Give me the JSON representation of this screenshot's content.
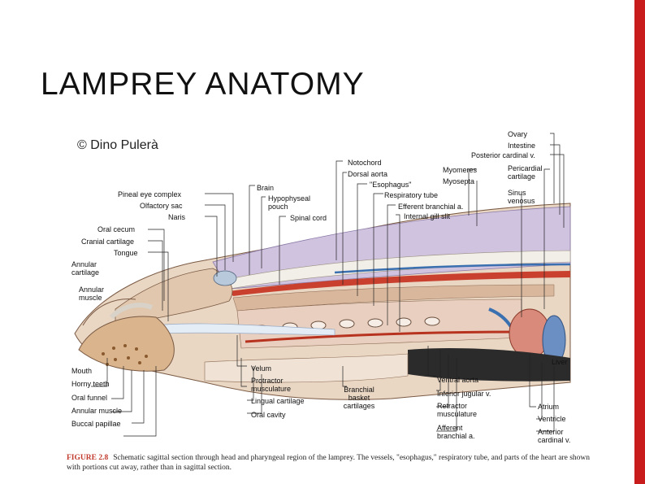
{
  "slide": {
    "title": "LAMPREY ANATOMY",
    "accent_color": "#c81b1b"
  },
  "figure": {
    "credit": "© Dino Pulerà",
    "caption_label": "FIGURE 2.8",
    "caption_text": "Schematic sagittal section through head and pharyngeal region of the lamprey. The vessels, \"esophagus,\" respiratory tube, and parts of the heart are shown with portions cut away, rather than in sagittal section.",
    "labels": {
      "pineal": "Pineal eye complex",
      "olfactory": "Olfactory sac",
      "naris": "Naris",
      "oral_cecum": "Oral cecum",
      "cranial_cartilage": "Cranial cartilage",
      "tongue": "Tongue",
      "annular_cartilage": "Annular cartilage",
      "annular_muscle": "Annular muscle",
      "mouth": "Mouth",
      "horny_teeth": "Horny teeth",
      "oral_funnel": "Oral funnel",
      "annular_muscle_2": "Annular muscle",
      "buccal_papillae": "Buccal papillae",
      "brain": "Brain",
      "hypophyseal": "Hypophyseal pouch",
      "spinal_cord": "Spinal cord",
      "notochord": "Notochord",
      "dorsal_aorta": "Dorsal aorta",
      "esophagus": "\"Esophagus\"",
      "respiratory_tube": "Respiratory tube",
      "efferent_branchial": "Efferent branchial a.",
      "internal_gill_slit": "Internal gill slit",
      "myomeres": "Myomeres",
      "myosepta": "Myosepta",
      "ovary": "Ovary",
      "intestine": "Intestine",
      "posterior_cardinal": "Posterior cardinal v.",
      "pericardial_cartilage": "Pericardial cartilage",
      "sinus_venosus": "Sinus venosus",
      "liver": "Liver",
      "velum": "Velum",
      "protractor": "Protractor musculature",
      "lingual_cartilage": "Lingual cartilage",
      "oral_cavity": "Oral cavity",
      "branchial_basket": "Branchial basket cartilages",
      "ventral_aorta": "Ventral aorta",
      "inferior_jugular": "Inferior jugular v.",
      "retractor": "Retractor musculature",
      "afferent_branchial": "Afferent branchial a.",
      "atrium": "Atrium",
      "ventricle": "Ventricle",
      "anterior_cardinal": "Anterior cardinal v."
    }
  }
}
